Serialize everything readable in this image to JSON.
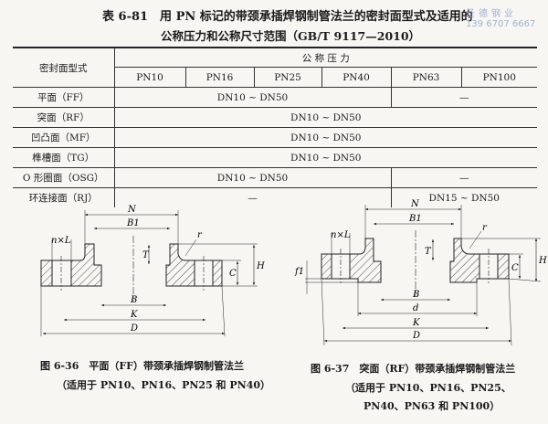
{
  "title": {
    "line1": "表 6-81　用 PN 标记的带颈承插焊钢制管法兰的密封面型式及适用的",
    "line2": "公称压力和公称尺寸范围（GB/T 9117—2010）"
  },
  "watermark": {
    "name": "圣德钢业",
    "phone": "139 6707 6667"
  },
  "table": {
    "col_header": "密封面型式",
    "group_header": "公 称 压 力",
    "pressures": [
      "PN10",
      "PN16",
      "PN25",
      "PN40",
      "PN63",
      "PN100"
    ],
    "rows": [
      {
        "type": "平面（FF）",
        "a": "DN10 ~ DN50",
        "b": "—"
      },
      {
        "type": "突面（RF）",
        "a": "DN10 ~ DN50"
      },
      {
        "type": "凹凸面（MF）",
        "a": "DN10 ~ DN50"
      },
      {
        "type": "榫槽面（TG）",
        "a": "DN10 ~ DN50"
      },
      {
        "type": "O 形圈面（OSG）",
        "a": "DN10 ~ DN50",
        "b": "—"
      },
      {
        "type": "环连接面（RJ）",
        "a": "—",
        "b": "DN15 ~ DN50"
      }
    ]
  },
  "figures": [
    {
      "caption1": "图 6-36　平面（FF）带颈承插焊钢制管法兰",
      "caption2": "（适用于 PN10、PN16、PN25 和 PN40）",
      "labels": {
        "N": "N",
        "B1": "B1",
        "nL": "n×L",
        "T": "T",
        "r": "r",
        "C": "C",
        "H": "H",
        "B": "B",
        "K": "K",
        "D": "D"
      }
    },
    {
      "caption1": "图 6-37　突面（RF）带颈承插焊钢制管法兰",
      "caption2": "（适用于 PN10、PN16、PN25、",
      "caption3": "PN40、PN63 和 PN100）",
      "labels": {
        "N": "N",
        "B1": "B1",
        "nL": "n×L",
        "T": "T",
        "r": "r",
        "C": "C",
        "H": "H",
        "B": "B",
        "d": "d",
        "K": "K",
        "D": "D",
        "f1": "f1"
      }
    }
  ]
}
